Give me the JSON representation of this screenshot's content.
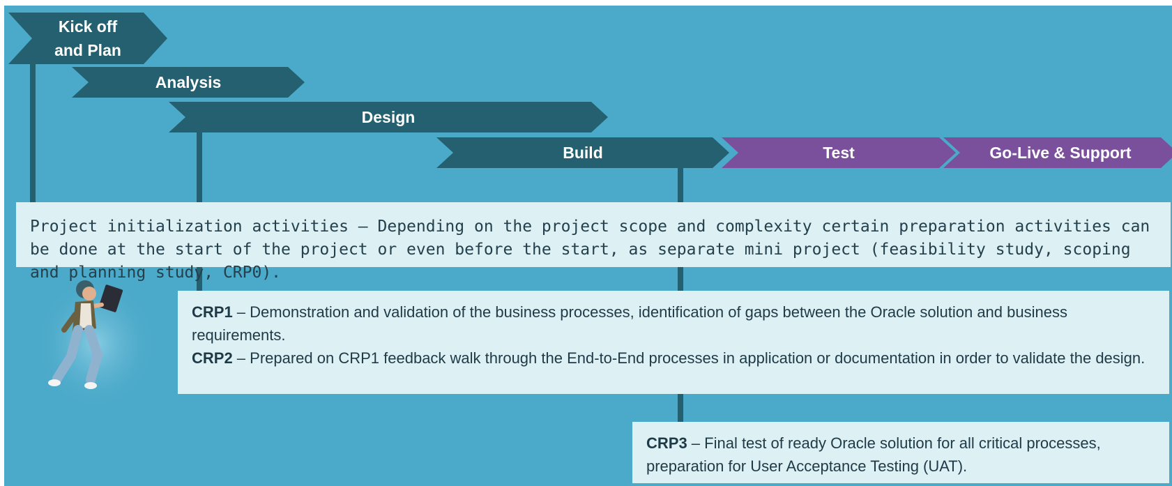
{
  "phases": {
    "kickoff_line1": "Kick off",
    "kickoff_line2": "and Plan",
    "analysis": "Analysis",
    "design": "Design",
    "build": "Build",
    "test": "Test",
    "golive": "Go-Live & Support"
  },
  "colors": {
    "background": "#4ba9c9",
    "phase_dark": "#24606f",
    "phase_purple": "#7a4f9c",
    "note_bg": "#ddf0f4"
  },
  "notes": {
    "init_text": "Project initialization activities – Depending on the project scope and complexity certain preparation activities can be done at the start of the project or even before the start, as separate mini project (feasibility study, scoping and planning study, CRP0).",
    "crp1_label": "CRP1",
    "crp1_text": " – Demonstration and validation of the business processes, identification of gaps between the Oracle solution and business requirements.",
    "crp2_label": "CRP2",
    "crp2_text": " – Prepared on CRP1 feedback walk through the End-to-End processes in application or documentation in order to validate the design.",
    "crp3_label": "CRP3",
    "crp3_text": " – Final test of ready Oracle solution for all critical processes, preparation for User Acceptance Testing (UAT)."
  },
  "illustration": {
    "icon": "person-with-laptop-icon"
  }
}
